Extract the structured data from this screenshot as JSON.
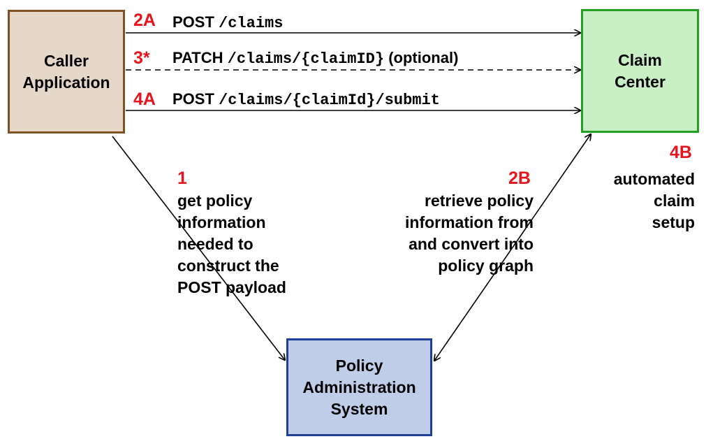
{
  "colors": {
    "step_label": "#e8141b",
    "caller_fill": "#e6d8c8",
    "caller_border": "#7f5224",
    "claim_fill": "#c9efc4",
    "claim_border": "#22a022",
    "policy_fill": "#c0cde8",
    "policy_border": "#1f3f96",
    "arrow": "#000000"
  },
  "nodes": {
    "caller": {
      "label": "Caller\nApplication"
    },
    "claim_center": {
      "label": "Claim\nCenter"
    },
    "policy_admin": {
      "label": "Policy\nAdministration\nSystem"
    }
  },
  "calls": [
    {
      "step": "2A",
      "method": "POST",
      "path": "/claims",
      "suffix": "",
      "style": "solid"
    },
    {
      "step": "3*",
      "method": "PATCH",
      "path": "/claims/{claimID}",
      "suffix": "(optional)",
      "style": "dashed"
    },
    {
      "step": "4A",
      "method": "POST",
      "path": "/claims/{claimId}/submit",
      "suffix": "",
      "style": "solid"
    }
  ],
  "annotations": {
    "step_1": {
      "step": "1",
      "text": "get policy\ninformation\nneeded to\nconstruct the\nPOST payload"
    },
    "step_2b": {
      "step": "2B",
      "text": "retrieve policy\ninformation from\nand convert into\npolicy graph"
    },
    "step_4b": {
      "step": "4B",
      "text": "automated\nclaim\nsetup"
    }
  }
}
